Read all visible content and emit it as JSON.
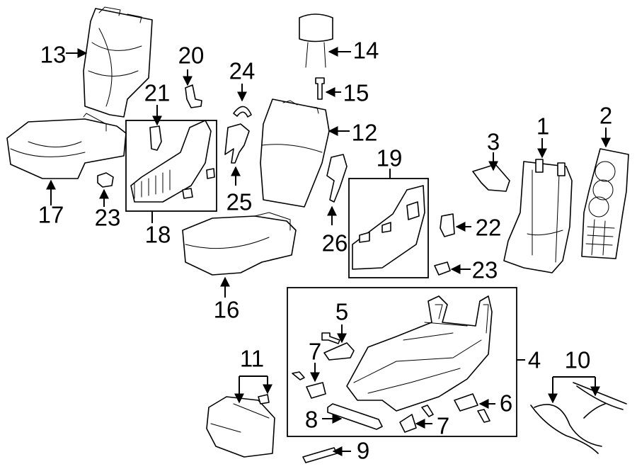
{
  "diagram": {
    "callouts": [
      "1",
      "2",
      "3",
      "4",
      "5",
      "6",
      "7",
      "7",
      "8",
      "9",
      "10",
      "11",
      "12",
      "13",
      "14",
      "15",
      "16",
      "17",
      "18",
      "19",
      "20",
      "21",
      "22",
      "23",
      "23",
      "24",
      "25",
      "26"
    ]
  }
}
